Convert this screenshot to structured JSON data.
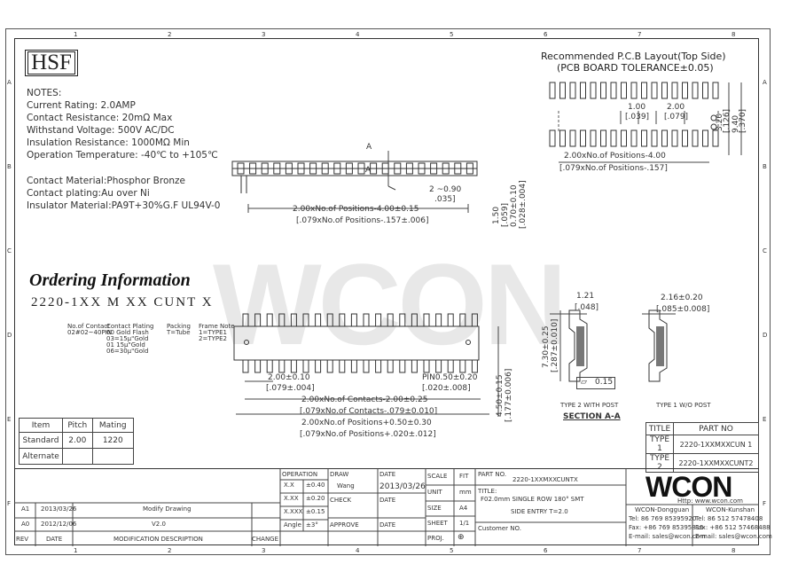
{
  "border": {
    "top_marks": [
      "1",
      "2",
      "3",
      "4",
      "5",
      "6",
      "7",
      "8"
    ],
    "side_marks": [
      "A",
      "B",
      "C",
      "D",
      "E",
      "F"
    ]
  },
  "logo": {
    "hsf": "HSF"
  },
  "notes": {
    "title": "NOTES:",
    "lines": [
      "Current Rating: 2.0AMP",
      "Contact Resistance: 20mΩ Max",
      "Withstand Voltage: 500V AC/DC",
      "Insulation Resistance: 1000MΩ Min",
      "Operation Temperature: -40℃ to +105℃"
    ],
    "material_lines": [
      "Contact Material:Phosphor Bronze",
      "Contact plating:Au over Ni",
      "Insulator Material:PA9T+30%G.F UL94V-0"
    ]
  },
  "pcb": {
    "title": "Recommended P.C.B Layout(Top Side)",
    "tolerance": "(PCB BOARD TOLERANCE±0.05)",
    "dim_pitch": "1.00",
    "dim_pitch_in": "[.039]",
    "dim_row": "2.00",
    "dim_row_in": "[.079]",
    "dim_side1": "3.20",
    "dim_side1_in": "[.126]",
    "dim_side2": "9.40",
    "dim_side2_in": "[.370]",
    "dim_len": "2.00xNo.of Positions-4.00",
    "dim_len_in": "[.079xNo.of Positions-.157]"
  },
  "side_view": {
    "pos_a": "A",
    "dim_pitch": "2 ~0.90",
    "dim_pitch_in": ".035]",
    "dim_len": "2.00xNo.of Positions-4.00±0.15",
    "dim_len_in": "[.079xNo.of Positions-.157±.006]",
    "dim_h1": "1.50",
    "dim_h1_in": "[.059]",
    "dim_h2": "0.70±0.10",
    "dim_h2_in": "[.028±.004]"
  },
  "ordering": {
    "title": "Ordering Information",
    "code": "2220-1XX M XX CUNT X",
    "labels": [
      "No.of Contact\n02#02~40PIN",
      "Contact Plating\n00 Gold Flash\n03=15μ\"Gold\n01 15μ\"Gold\n06=30μ\"Gold",
      "Packing\nT=Tube",
      "Frame Note\n1=TYPE1\n2=TYPE2"
    ]
  },
  "front_view": {
    "dim_pitch": "2.00±0.10",
    "dim_pitch_in": "[.079±.004]",
    "dim_pin": "PIN0.50±0.20",
    "dim_pin_in": "[.020±.008]",
    "dim_c1": "2.00xNo.of Contacts-2.00±0.25",
    "dim_c1_in": "[.079xNo.of Contacts-.079±0.010]",
    "dim_c2": "2.00xNo.of Positions+0.50±0.30",
    "dim_c2_in": "[.079xNo.of Positions+.020±.012]",
    "dim_h": "4.50±0.15",
    "dim_h_in": "[.177±0.006]"
  },
  "section": {
    "dim_w1": "1.21",
    "dim_w1_in": "[.048]",
    "dim_h": "7.30±0.25",
    "dim_h_in": "[.287±0.010]",
    "flat": "0.15",
    "type1": "TYPE 2 WITH POST",
    "title": "SECTION A-A",
    "dim_w2": "2.16±0.20",
    "dim_w2_in": "[.085±0.008]",
    "type2": "TYPE 1 W/O POST"
  },
  "type_table": {
    "headers": [
      "TITLE",
      "PART NO"
    ],
    "rows": [
      [
        "TYPE 1",
        "2220-1XXMXXCUN 1"
      ],
      [
        "TYPE 2",
        "2220-1XXMXXCUNT2"
      ]
    ]
  },
  "mating_table": {
    "headers": [
      "Item",
      "Pitch",
      "Mating"
    ],
    "rows": [
      [
        "Standard",
        "2.00",
        "1220"
      ],
      [
        "Alternate",
        "",
        ""
      ]
    ]
  },
  "title_block": {
    "operation": "OPERATION",
    "draw": "DRAW",
    "draw_by": "Wang",
    "date_label": "DATE",
    "date": "2013/03/26",
    "check": "CHECK",
    "approve": "APPROVE",
    "scale_label": "SCALE",
    "scale": "FIT",
    "unit_label": "UNIT",
    "unit": "mm",
    "size_label": "SIZE",
    "size": "A4",
    "sheet_label": "SHEET",
    "sheet": "1/1",
    "proj_label": "PROJ.",
    "proj": "⊕",
    "partno_label": "PART NO.",
    "partno": "2220-1XXMXXCUNTX",
    "title_label": "TITLE:",
    "title_l1": "F02.0mm SINGLE ROW 180° SMT",
    "title_l2": "SIDE ENTRY T=2.0",
    "customer": "Customer NO.",
    "tol": [
      [
        "X.X",
        "±0.40"
      ],
      [
        "X.XX",
        "±0.20"
      ],
      [
        "X.XXX",
        "±0.15"
      ],
      [
        "Angle",
        "±3°"
      ]
    ],
    "revs": [
      {
        "rev": "A1",
        "date": "2013/03/26",
        "desc": "Modify Drawing",
        "by": ""
      },
      {
        "rev": "A0",
        "date": "2012/12/06",
        "desc": "V2.0",
        "by": ""
      }
    ],
    "rev_label": "REV",
    "date_col": "DATE",
    "mod_desc": "MODIFICATION  DESCRIPTION",
    "change": "CHANGE"
  },
  "wcon": {
    "logo": "WCON",
    "http": "Http: www.wcon.com",
    "dongguan": "WCON-Dongguan",
    "kunshan": "WCON-Kunshan",
    "tel1": "Tel: 86 769 85395920",
    "tel2": "Tel: 86 512 57478408",
    "fax1": "Fax: +86 769 85395815",
    "fax2": "Fax: +86 512 57468488",
    "mail1": "E-mail: sales@wcon.com",
    "mail2": "E-mail: sales@wcon.com"
  },
  "watermark": "WCON"
}
